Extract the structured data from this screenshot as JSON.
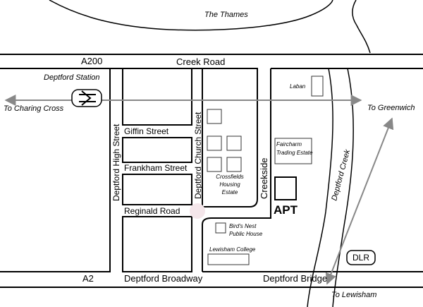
{
  "map": {
    "river": "The Thames",
    "roads": {
      "a200_number": "A200",
      "creek_road": "Creek Road",
      "a2_number": "A2",
      "deptford_broadway": "Deptford Broadway",
      "deptford_bridge": "Deptford Bridge",
      "giffin_street": "Giffin Street",
      "frankham_street": "Frankham Street",
      "reginald_road": "Reginald Road",
      "deptford_high_street": "Deptford High Street",
      "deptford_church_street": "Deptford Church Street",
      "creekside": "Creekside"
    },
    "stations": {
      "deptford_station": "Deptford Station",
      "dlr": "DLR"
    },
    "directions": {
      "charing_cross": "To Charing Cross",
      "greenwich": "To Greenwich",
      "lewisham": "To Lewisham"
    },
    "places": {
      "laban": "Laban",
      "faircharm_line1": "Faircharm",
      "faircharm_line2": "Trading Estate",
      "crossfields_line1": "Crossfields",
      "crossfields_line2": "Housing",
      "crossfields_line3": "Estate",
      "birds_nest_line1": "Bird's Nest",
      "birds_nest_line2": "Public House",
      "lewisham_college": "Lewisham College",
      "deptford_creek": "Deptford Creek",
      "apt": "APT"
    },
    "icons": {
      "rail": "national-rail-icon"
    },
    "colors": {
      "rail_line": "#888888",
      "roundabout": "#f4e6ea"
    }
  }
}
